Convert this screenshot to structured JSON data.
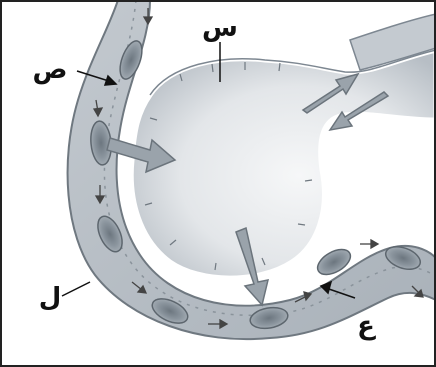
{
  "diagram": {
    "labels": {
      "sin": "س",
      "sad": "ص",
      "lam": "ل",
      "ayn": "ع"
    },
    "colors": {
      "background": "#ffffff",
      "wall_fill": "#b9c0c8",
      "wall_dark": "#7d8791",
      "lumen_light": "#eef0f2",
      "lumen_mid": "#c9ced4",
      "cell_fill": "#8f9aa3",
      "cell_core": "#5f6a73",
      "arrow_fill": "#9aa3ab",
      "arrow_edge": "#6b747c",
      "border": "#222222"
    }
  }
}
